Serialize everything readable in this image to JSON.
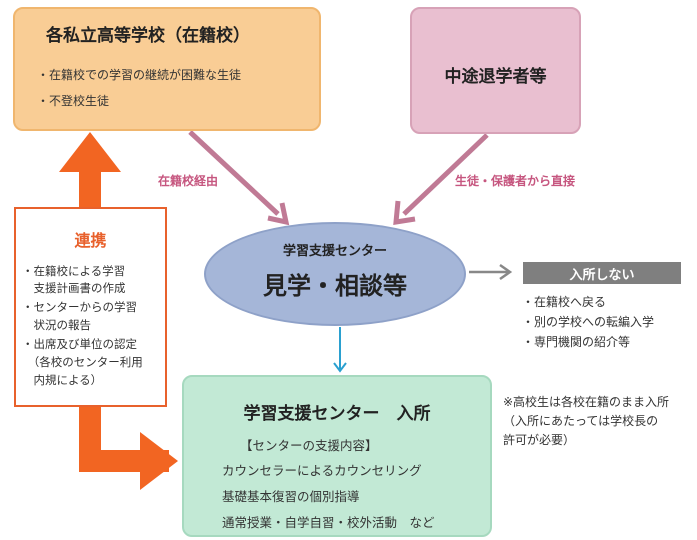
{
  "school": {
    "title": "各私立高等学校（在籍校）",
    "items": [
      "・在籍校での学習の継続が困難な生徒",
      "・不登校生徒"
    ]
  },
  "dropout": {
    "title": "中途退学者等"
  },
  "arrow_labels": {
    "via_school": "在籍校経由",
    "direct": "生徒・保護者から直接"
  },
  "center": {
    "subtitle": "学習支援センター",
    "title": "見学・相談等"
  },
  "renkei": {
    "title": "連携",
    "lines": [
      "・在籍校による学習",
      "　支援計画書の作成",
      "・センターからの学習",
      "　状況の報告",
      "・出席及び単位の認定",
      "　（各校のセンター利用",
      "　内規による）"
    ]
  },
  "no_enroll": {
    "title": "入所しない",
    "items": [
      "・在籍校へ戻る",
      "・別の学校への転編入学",
      "・専門機関の紹介等"
    ]
  },
  "enroll": {
    "title": "学習支援センター　入所",
    "section": "【センターの支援内容】",
    "items": [
      "カウンセラーによるカウンセリング",
      "基礎基本復習の個別指導",
      "通常授業・自学自習・校外活動　など"
    ]
  },
  "note": [
    "※高校生は各校在籍のまま入所",
    "（入所にあたっては学校長の",
    "許可が必要）"
  ],
  "colors": {
    "school_fill": "#f9cd95",
    "dropout_fill": "#e9bfd0",
    "center_fill": "#a5b6d8",
    "enroll_fill": "#c2e9d5",
    "renkei_accent": "#e8612c",
    "pink_arrow": "#c07a95",
    "blue_arrow": "#2aa0d0",
    "gray_arrow": "#888888"
  }
}
